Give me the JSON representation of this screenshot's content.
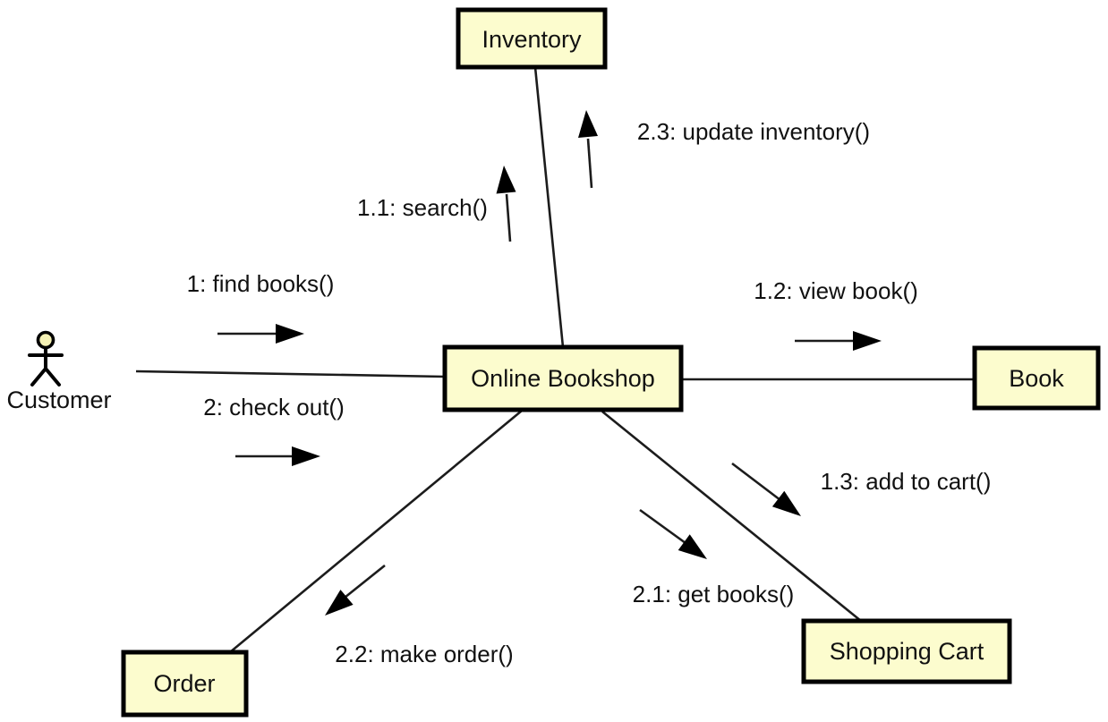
{
  "diagram": {
    "type": "uml-communication-diagram",
    "actor": {
      "label": "Customer"
    },
    "nodes": {
      "inventory": {
        "label": "Inventory"
      },
      "bookshop": {
        "label": "Online Bookshop"
      },
      "book": {
        "label": "Book"
      },
      "order": {
        "label": "Order"
      },
      "cart": {
        "label": "Shopping Cart"
      }
    },
    "messages": {
      "find_books": {
        "label": "1: find books()",
        "from": "Customer",
        "to": "Online Bookshop",
        "direction": "right"
      },
      "check_out": {
        "label": "2: check out()",
        "from": "Customer",
        "to": "Online Bookshop",
        "direction": "right"
      },
      "search": {
        "label": "1.1: search()",
        "from": "Online Bookshop",
        "to": "Inventory",
        "direction": "up"
      },
      "update_inventory": {
        "label": "2.3: update inventory()",
        "from": "Online Bookshop",
        "to": "Inventory",
        "direction": "up"
      },
      "view_book": {
        "label": "1.2: view book()",
        "from": "Online Bookshop",
        "to": "Book",
        "direction": "right"
      },
      "add_to_cart": {
        "label": "1.3: add to cart()",
        "from": "Online Bookshop",
        "to": "Shopping Cart",
        "direction": "down-right"
      },
      "get_books": {
        "label": "2.1: get books()",
        "from": "Online Bookshop",
        "to": "Shopping Cart",
        "direction": "down-right"
      },
      "make_order": {
        "label": "2.2: make order()",
        "from": "Online Bookshop",
        "to": "Order",
        "direction": "down-left"
      }
    },
    "colors": {
      "node_fill": "#fcfcce",
      "actor_head_fill": "#f5f2b5",
      "stroke": "#000000",
      "line": "#1c1c1c",
      "background": "#ffffff"
    }
  }
}
